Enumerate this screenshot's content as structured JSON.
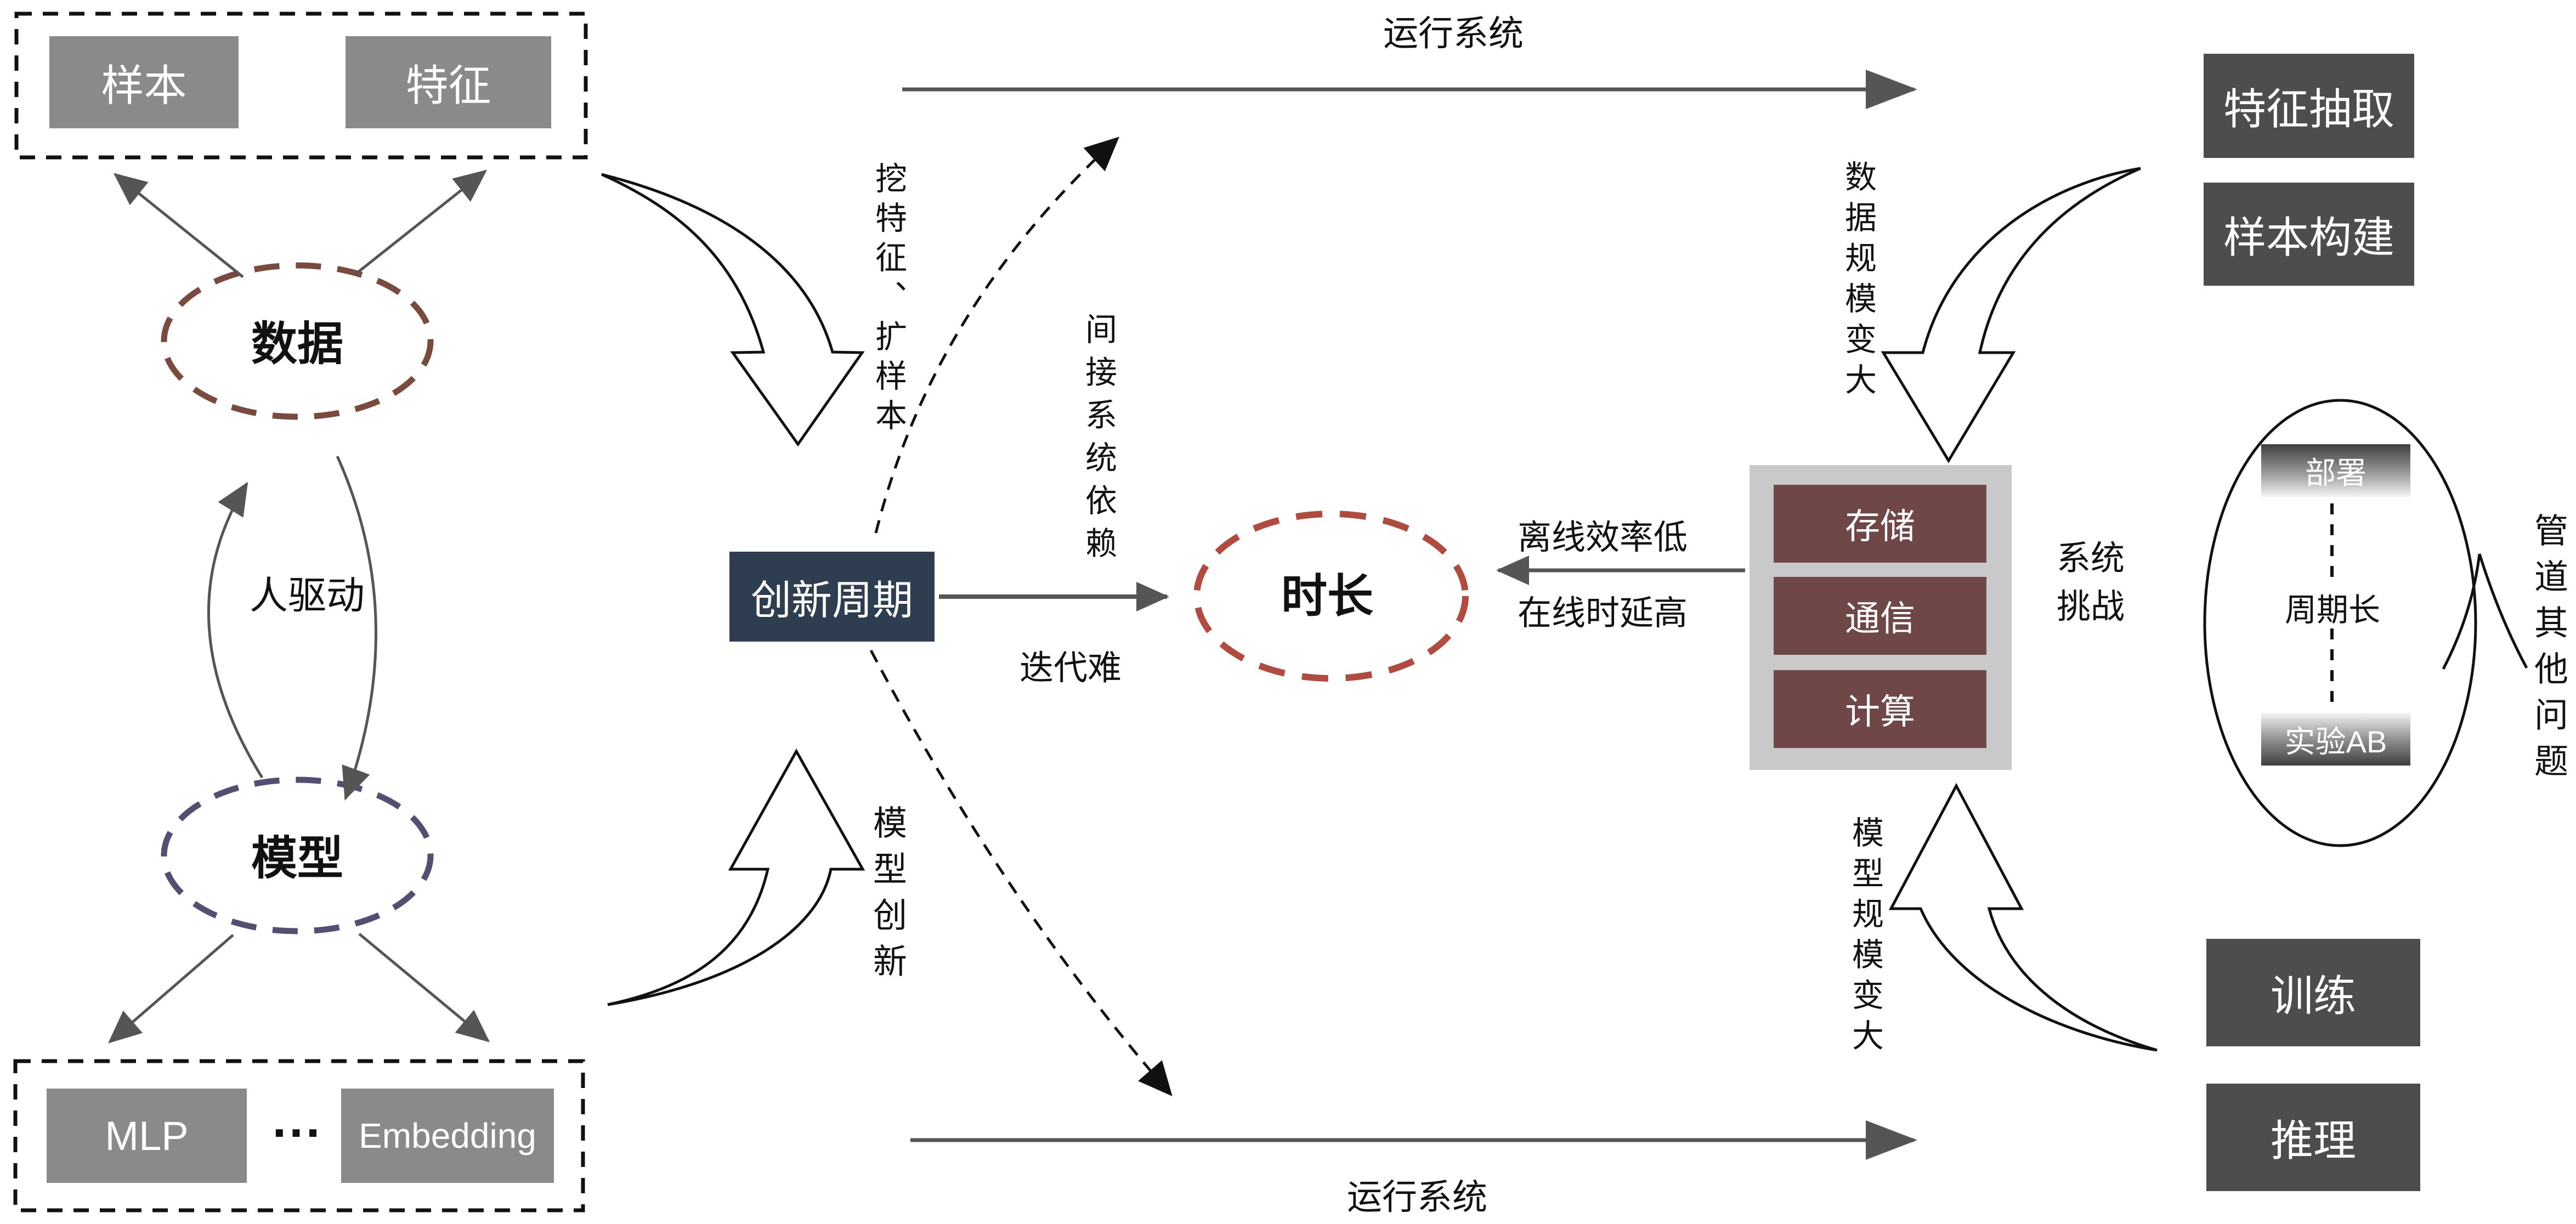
{
  "colors": {
    "component_box_gray": "#8a8a8a",
    "pipeline_box_dark_gray": "#4d4d4d",
    "innovation_box_navy": "#2e3e50",
    "challenge_container_gray": "#c9c9c9",
    "challenge_inner_maroon": "#6f4747",
    "data_ellipse_border": "#7b4a3e",
    "model_ellipse_border": "#564e72",
    "duration_ellipse_border": "#b14b3f",
    "arrow_gray": "#555555",
    "line_black": "#111111"
  },
  "left": {
    "data_components": [
      "样本",
      "特征"
    ],
    "data_ellipse_label": "数据",
    "human_driven_label": "人驱动",
    "model_ellipse_label": "模型",
    "model_components": [
      "MLP",
      "···",
      "Embedding"
    ]
  },
  "center": {
    "innovation_cycle_label": "创新周期",
    "dig_feature_label": "挖特征、扩样本",
    "indirect_dependency_label": "间接系统依赖",
    "model_innovation_label": "模型创新",
    "iteration_hard_label": "迭代难",
    "duration_label": "时长",
    "run_system_top_label": "运行系统",
    "run_system_bottom_label": "运行系统"
  },
  "right": {
    "offline_inefficiency_label": "离线效率低",
    "online_latency_label": "在线时延高",
    "system_challenge_lines": [
      "系统",
      "挑战"
    ],
    "challenge_stack": [
      "存储",
      "通信",
      "计算"
    ],
    "data_scale_label": "数据规模变大",
    "model_scale_label": "模型规模变大",
    "pipeline_top_boxes": [
      "特征抽取",
      "样本构建"
    ],
    "pipeline_bottom_boxes": [
      "训练",
      "推理"
    ],
    "cycle_ellipse": {
      "deploy_label": "部署",
      "cycle_long_label": "周期长",
      "ab_test_label": "实验AB"
    },
    "pipeline_other_label": "管道其他问题"
  }
}
